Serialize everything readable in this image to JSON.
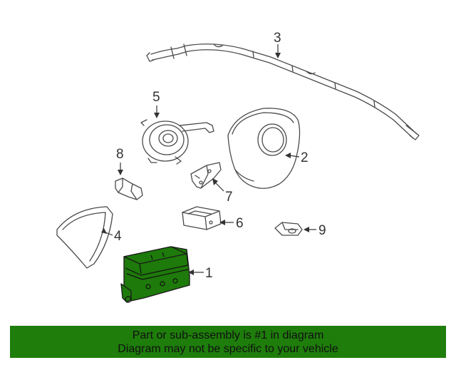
{
  "callouts": {
    "c1": "1",
    "c2": "2",
    "c3": "3",
    "c4": "4",
    "c5": "5",
    "c6": "6",
    "c7": "7",
    "c8": "8",
    "c9": "9"
  },
  "banner": {
    "line1": "Part or sub-assembly is #1 in diagram",
    "line2": "Diagram may not be specific to your vehicle"
  },
  "colors": {
    "highlight": "#1e7a0a",
    "banner": "#1e7d0b"
  }
}
